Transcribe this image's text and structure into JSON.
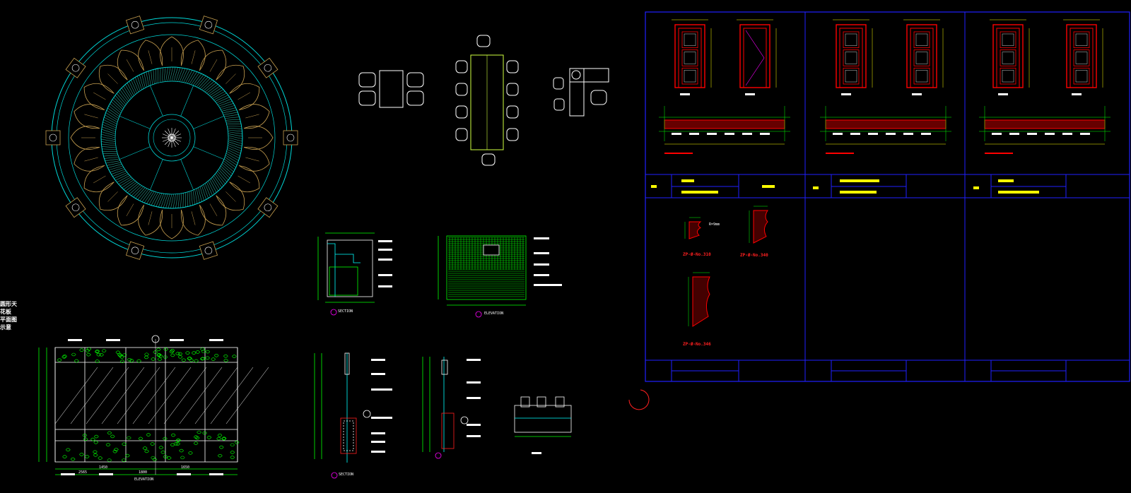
{
  "labels": {
    "elevation_1": "ELEVATION",
    "elevation_2": "ELEVATION",
    "section_1": "SECTION",
    "section_2": "SECTION",
    "dim_1450": "1450",
    "dim_1800": "1800",
    "dim_1650": "1650",
    "dim_2565": "2565",
    "profile_a": "ZP-Ø-No.310",
    "profile_b": "ZP-Ø-No.340",
    "profile_c": "ZP-Ø-No.346",
    "r_label": "R=9mm"
  },
  "side_note": [
    "圆形天花板",
    "平面图",
    "示意"
  ],
  "colors": {
    "cyan": "#00d8d8",
    "teal": "#2a9a8a",
    "gold": "#c8a050",
    "yellow": "#ffff00",
    "green": "#00ff00",
    "red": "#ff0000",
    "blue": "#2020ff",
    "white": "#ffffff",
    "magenta": "#ff00ff"
  }
}
